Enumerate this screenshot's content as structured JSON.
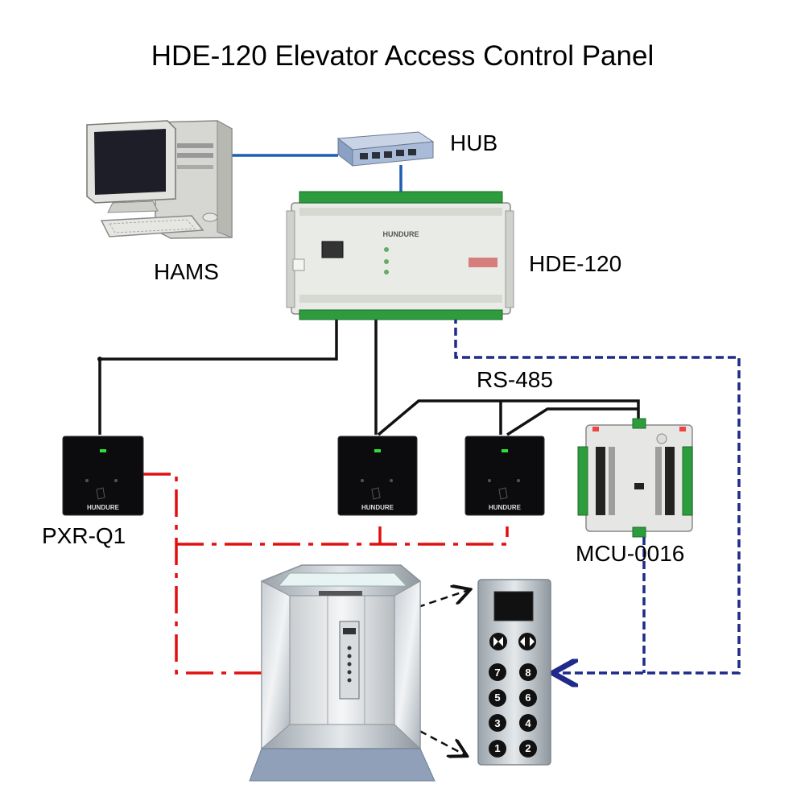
{
  "title": "HDE-120 Elevator Access Control Panel",
  "labels": {
    "hams": "HAMS",
    "hub": "HUB",
    "controller": "HDE-120",
    "rs485": "RS-485",
    "reader": "PXR-Q1",
    "relay": "MCU-0016"
  },
  "device_marks": {
    "controller_brand": "HUNDURE",
    "reader_brand": "HUNDURE"
  },
  "keypad_buttons": [
    "7",
    "8",
    "5",
    "6",
    "3",
    "4",
    "1",
    "2"
  ],
  "colors": {
    "network_line": "#1f5fb0",
    "wiring_line": "#111111",
    "reader_signal_line": "#e01010",
    "relay_signal_line": "#1f2a8a",
    "reader_led": "#33dd33"
  }
}
